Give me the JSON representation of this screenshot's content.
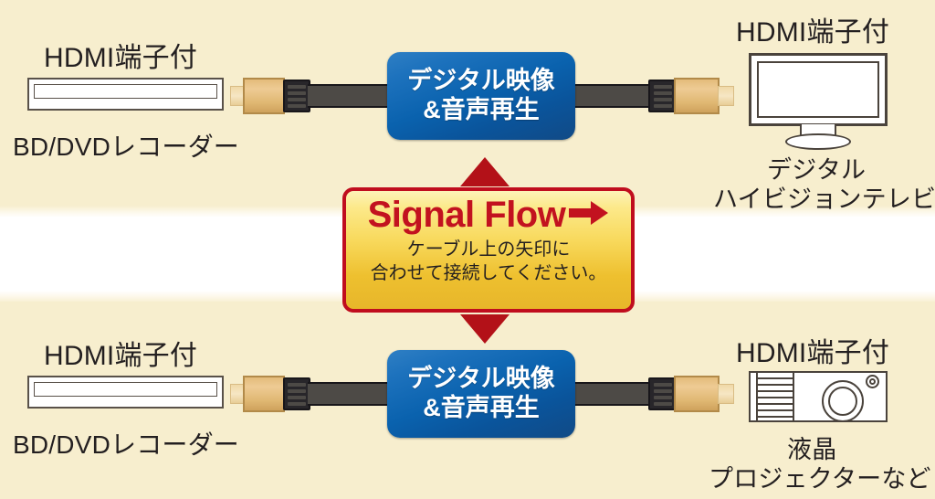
{
  "diagram": {
    "title": "HDMI cable signal flow diagram",
    "colors": {
      "background": "#f7eece",
      "band_white": "#ffffff",
      "blue_box": "#0a62ae",
      "gold_plate": "#f8d95c",
      "red_border": "#c00d1e",
      "arrow_red": "#b31118",
      "cable_gray": "#4d4a46",
      "connector_gold": "#e3bb7a",
      "text_dark": "#231f20"
    },
    "rows": [
      {
        "id": "row-top",
        "source": {
          "top_label": "HDMI端子付",
          "bottom_label": "BD/DVDレコーダー",
          "device_icon": "bd-dvd-recorder-icon"
        },
        "cable": {
          "badge_line1": "デジタル映像",
          "badge_line2": "&音声再生",
          "left_plug_icon": "hdmi-plug-icon",
          "right_plug_icon": "hdmi-plug-icon"
        },
        "destination": {
          "top_label": "HDMI端子付",
          "bottom_label_line1": "デジタル",
          "bottom_label_line2": "ハイビジョンテレビ",
          "device_icon": "hdtv-icon"
        }
      },
      {
        "id": "row-bottom",
        "source": {
          "top_label": "HDMI端子付",
          "bottom_label": "BD/DVDレコーダー",
          "device_icon": "bd-dvd-recorder-icon"
        },
        "cable": {
          "badge_line1": "デジタル映像",
          "badge_line2": "&音声再生",
          "left_plug_icon": "hdmi-plug-icon",
          "right_plug_icon": "hdmi-plug-icon"
        },
        "destination": {
          "top_label": "HDMI端子付",
          "bottom_label_line1": "液晶",
          "bottom_label_line2": "プロジェクターなど",
          "device_icon": "lcd-projector-icon"
        }
      }
    ],
    "signal_flow": {
      "title": "Signal Flow",
      "arrow_icon": "arrow-right-icon",
      "note_line1": "ケーブル上の矢印に",
      "note_line2": "合わせて接続してください。",
      "arrow_up_icon": "triangle-up-icon",
      "arrow_down_icon": "triangle-down-icon"
    }
  }
}
